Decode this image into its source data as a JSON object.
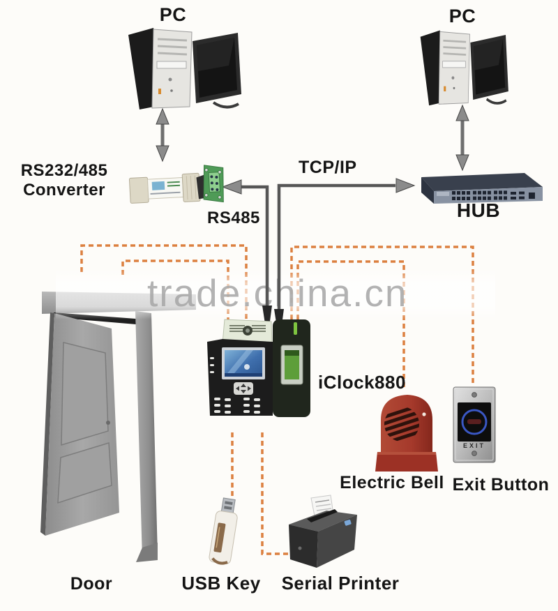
{
  "watermark": "trade.china.cn",
  "labels": {
    "pc_left": "PC",
    "pc_right": "PC",
    "converter_line1": "RS232/485",
    "converter_line2": "Converter",
    "tcp_ip": "TCP/IP",
    "hub": "HUB",
    "rs485": "RS485",
    "iclock": "iClock880",
    "electric_bell": "Electric Bell",
    "exit_button": "Exit Button",
    "door": "Door",
    "usb_key": "USB Key",
    "serial_printer": "Serial Printer",
    "exit_plate_text": "EXIT"
  },
  "colors": {
    "background": "#fdfcf9",
    "dashed_line": "#dc8040",
    "solid_line": "#565656",
    "arrow_fill": "#8b8b8b",
    "watermark": "#a8a8a8",
    "label_text": "#141414",
    "bell_red": "#a5392b",
    "pcb_green": "#4f9b57",
    "screen_blue": "#4a7ab5",
    "exit_ring_blue": "#3a57c4"
  },
  "diagram": {
    "type": "access-control-system-wiring-diagram",
    "central_device": "iClock880",
    "nodes": [
      {
        "id": "pc-left",
        "label": "PC"
      },
      {
        "id": "rs232-485-converter",
        "label": "RS232/485 Converter"
      },
      {
        "id": "pc-right",
        "label": "PC"
      },
      {
        "id": "hub",
        "label": "HUB"
      },
      {
        "id": "iclock880",
        "label": "iClock880"
      },
      {
        "id": "door",
        "label": "Door"
      },
      {
        "id": "electric-bell",
        "label": "Electric Bell"
      },
      {
        "id": "exit-button",
        "label": "Exit Button"
      },
      {
        "id": "usb-key",
        "label": "USB Key"
      },
      {
        "id": "serial-printer",
        "label": "Serial Printer"
      }
    ],
    "connections": [
      {
        "from": "pc-left",
        "to": "rs232-485-converter",
        "type": "double-arrow",
        "label": ""
      },
      {
        "from": "pc-right",
        "to": "hub",
        "type": "double-arrow",
        "label": ""
      },
      {
        "from": "iclock880",
        "to": "rs232-485-converter",
        "type": "arrow",
        "label": "RS485"
      },
      {
        "from": "iclock880",
        "to": "hub",
        "type": "arrow",
        "label": "TCP/IP"
      },
      {
        "from": "iclock880",
        "to": "door",
        "type": "dashed",
        "label": ""
      },
      {
        "from": "iclock880",
        "to": "door",
        "type": "dashed",
        "label": ""
      },
      {
        "from": "iclock880",
        "to": "electric-bell",
        "type": "dashed",
        "label": ""
      },
      {
        "from": "iclock880",
        "to": "exit-button",
        "type": "dashed",
        "label": ""
      },
      {
        "from": "iclock880",
        "to": "usb-key",
        "type": "dashed",
        "label": ""
      },
      {
        "from": "iclock880",
        "to": "serial-printer",
        "type": "dashed",
        "label": ""
      }
    ]
  }
}
